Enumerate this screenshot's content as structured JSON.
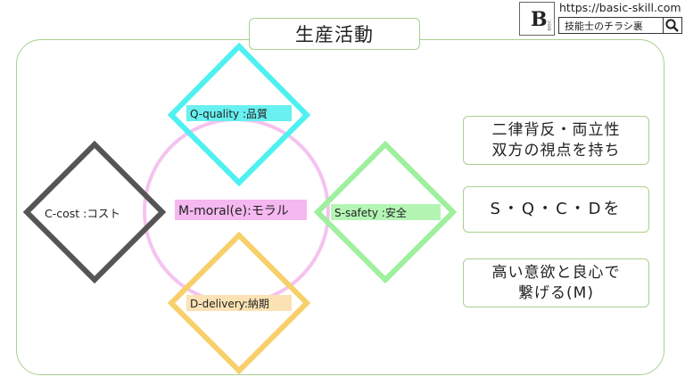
{
  "title": "生産活動",
  "brand": {
    "logo_letter": "B",
    "logo_word": "BASIC",
    "url": "https://basic-skill.com",
    "search_text": "技能士のチラシ裏"
  },
  "elements": {
    "quality": "Q-quality :品質",
    "cost": "C-cost   :コスト",
    "moral": "M-moral(e):モラル",
    "safety": "S-safety :安全",
    "delivery": "D-delivery:納期"
  },
  "notes": {
    "n1_line1": "二律背反・両立性",
    "n1_line2": "双方の視点を持ち",
    "n2": "S・Q・C・Dを",
    "n3_line1": "高い意欲と良心で",
    "n3_line2": "繋げる(M)"
  },
  "colors": {
    "frame": "#a9d08e",
    "quality": "#4ff0f0",
    "cost": "#555555",
    "moral": "#f5c3f0",
    "safety": "#9ef09e",
    "delivery": "#f7d06b"
  }
}
